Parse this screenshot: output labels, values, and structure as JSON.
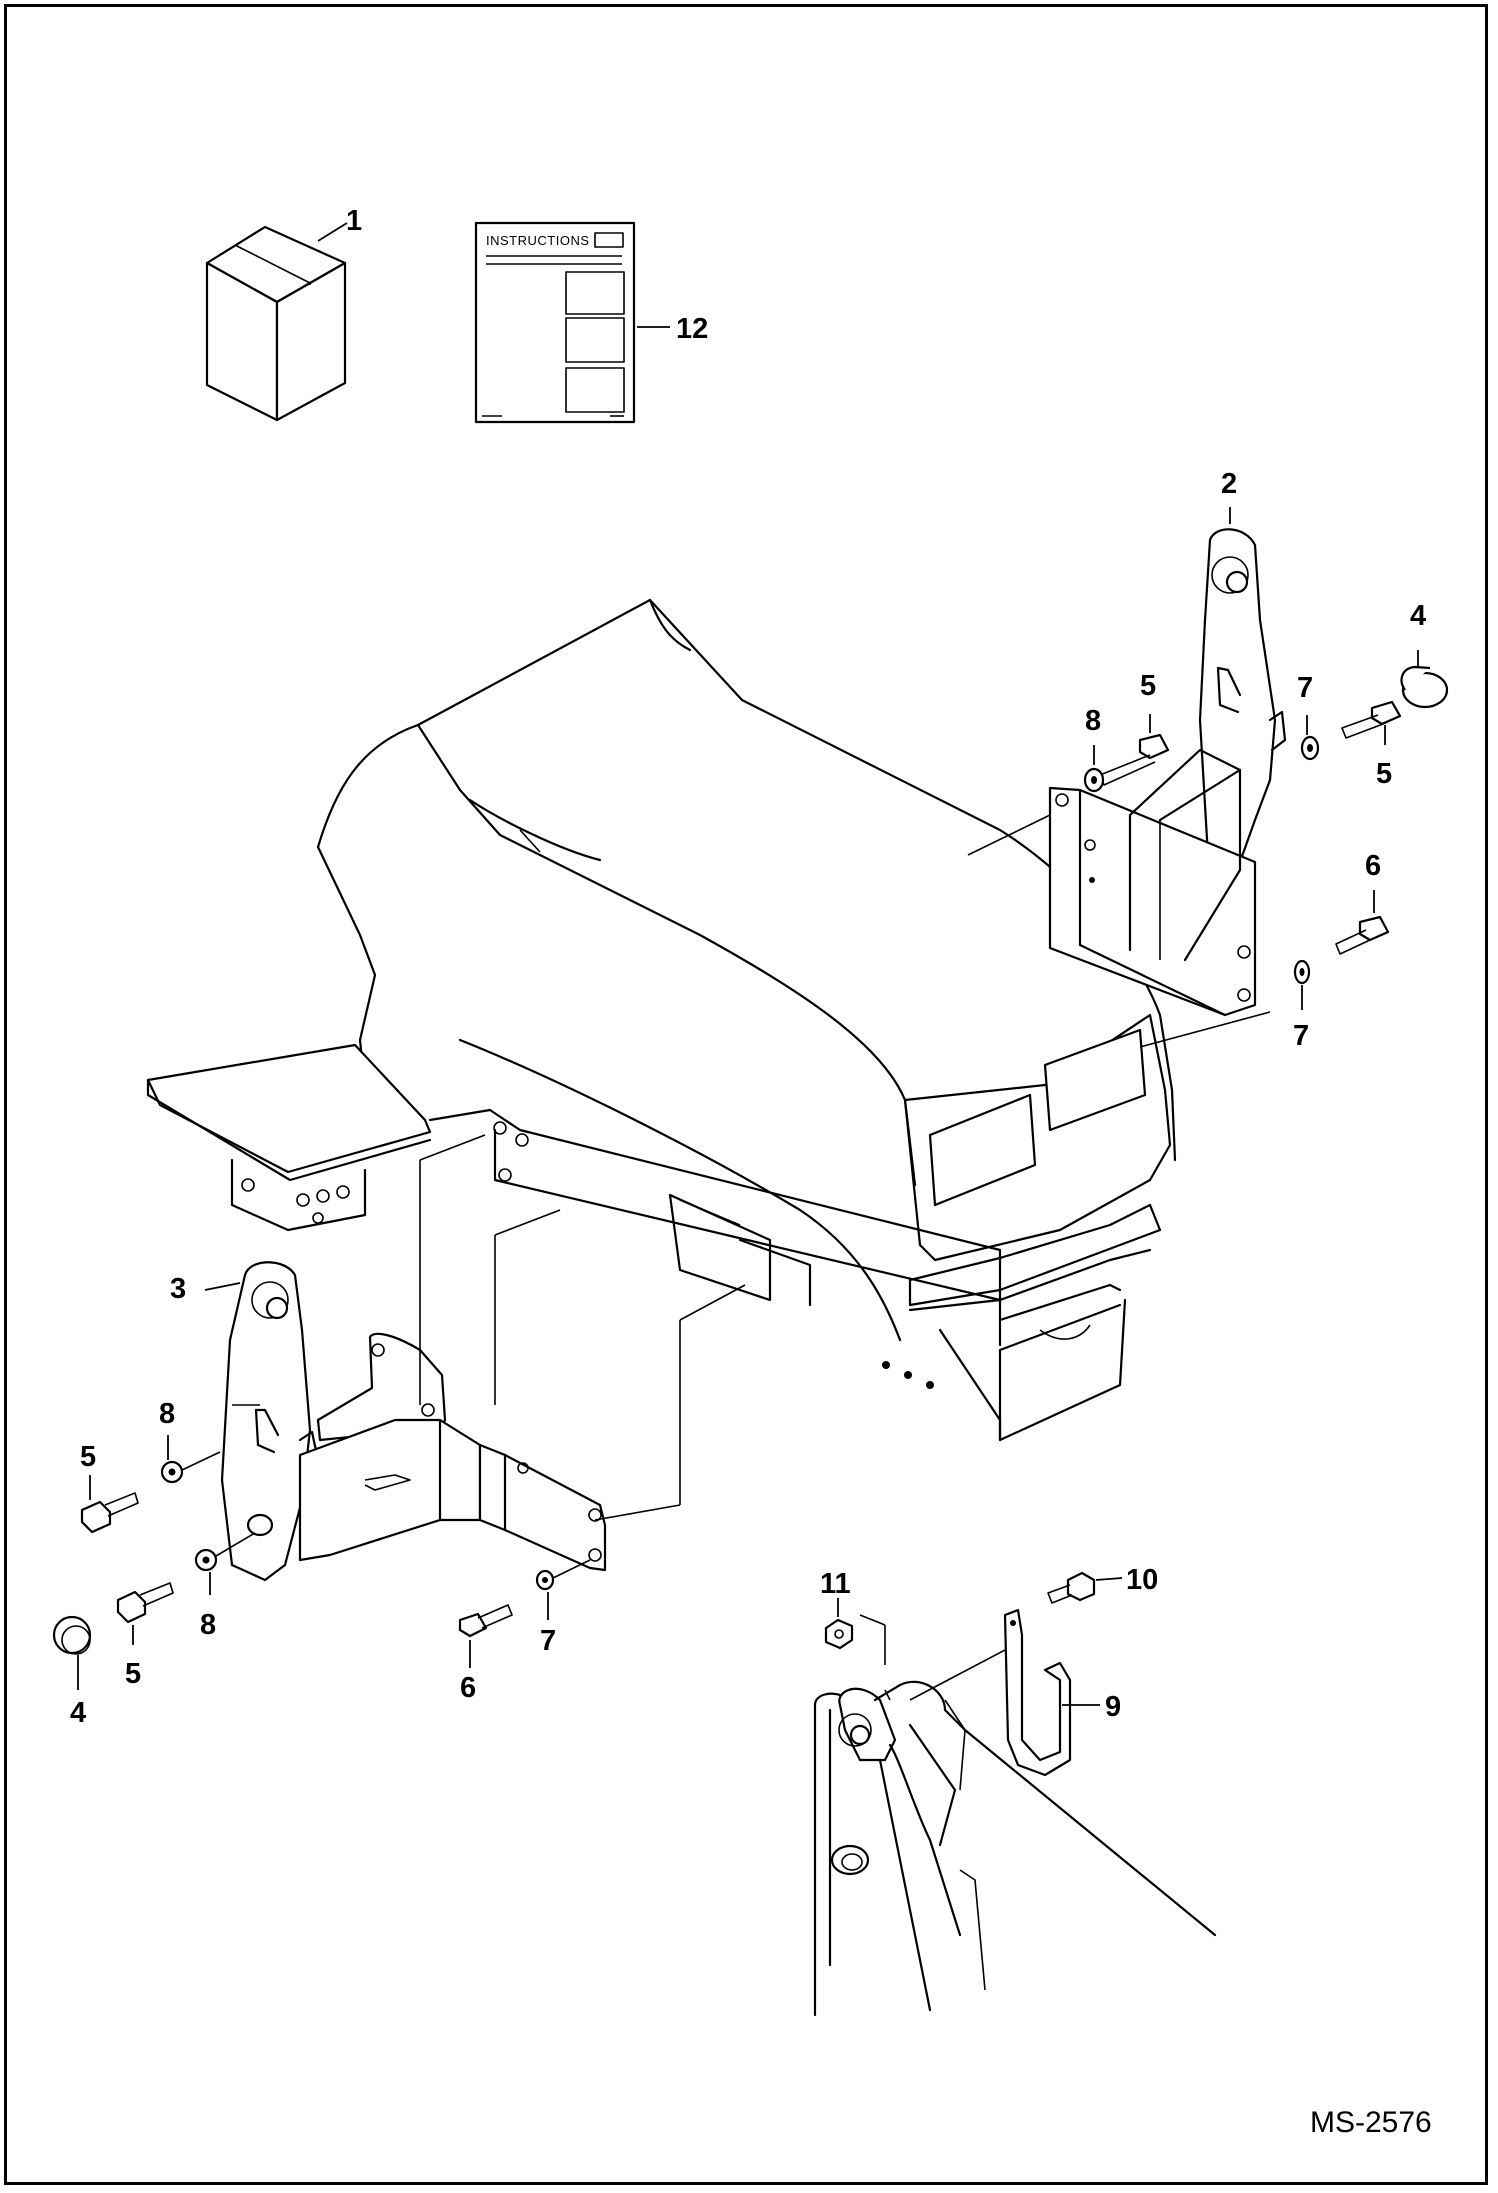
{
  "drawing_number": "MS-2576",
  "instructions_sheet": {
    "label": "INSTRUCTIONS"
  },
  "callouts": {
    "c1": "1",
    "c2": "2",
    "c3": "3",
    "c4_right": "4",
    "c4_left": "4",
    "c5_right_upper": "5",
    "c5_right_lower": "5",
    "c5_left_upper": "5",
    "c5_left_lower": "5",
    "c6_right": "6",
    "c6_left": "6",
    "c7_right_upper": "7",
    "c7_right_lower": "7",
    "c7_left": "7",
    "c8_right": "8",
    "c8_left_upper": "8",
    "c8_left_lower": "8",
    "c9": "9",
    "c10": "10",
    "c11": "11",
    "c12": "12"
  }
}
